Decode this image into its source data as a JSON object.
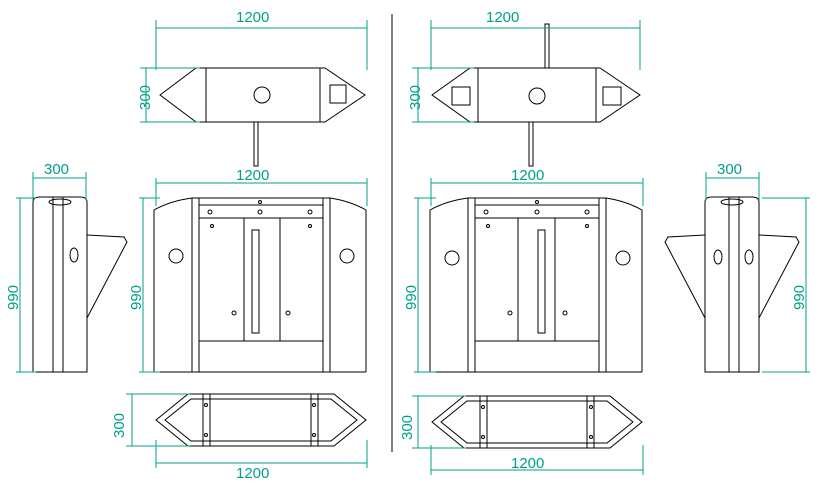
{
  "colors": {
    "dimension": "#00a087",
    "linework": "#000000",
    "background": "#ffffff"
  },
  "dimensions": {
    "width_1200": "1200",
    "depth_300": "300",
    "height_990": "990"
  }
}
